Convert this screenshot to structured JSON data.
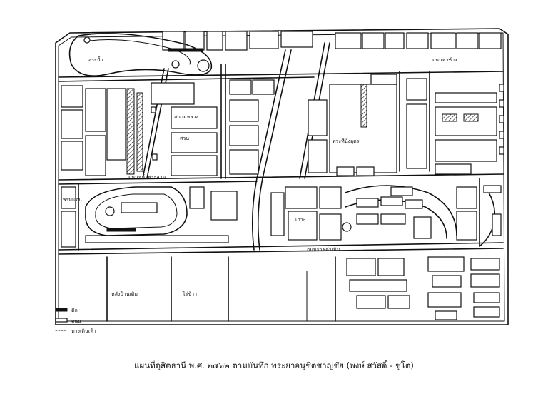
{
  "caption": "แผนที่ดุสิตธานี พ.ศ. ๒๔๖๒ ตามบันทึก พระยาอนุชิตชาญชัย (พงษ์ สวัสดิ์ - ชูโต)",
  "legend": {
    "items": [
      {
        "label": "ตึก"
      },
      {
        "label": "ถนน"
      },
      {
        "label": "ทางเดินเท้า"
      }
    ]
  },
  "labels": {
    "lake_park": "สวน",
    "lake_area": "สระน้ำ",
    "pond": "พรมแดน",
    "big_hall": "พระที่นั่งอุดร",
    "field_left": "สนามหลวง",
    "bottom_left": "หลังบ้านเดิม",
    "bottom_mid": "ไร่ข้าว",
    "island": "เกาะ",
    "bottom_road": "ถนนราชดำเนิน",
    "road_label_1": "ถนนท่าช้าง",
    "road_label_2": "ถนนหน้าพระลาน"
  },
  "colors": {
    "ink": "#111111",
    "paper": "#ffffff"
  }
}
